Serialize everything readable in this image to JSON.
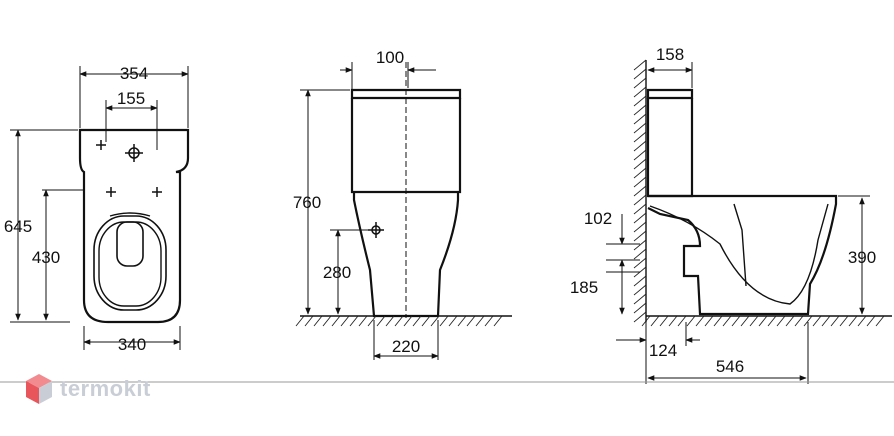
{
  "logo": {
    "text": "termokit",
    "color": "#c9ced6",
    "accent": "#e8555a"
  },
  "dimensions": {
    "front_top_width": "354",
    "front_hole_spacing": "155",
    "front_total_height": "645",
    "front_seat_height": "430",
    "front_base_width": "340",
    "side_tank_depth": "100",
    "side_total_height": "760",
    "side_inlet_height": "280",
    "side_base_width": "220",
    "profile_wall_offset": "158",
    "profile_outlet_gap": "102",
    "profile_outlet_height": "185",
    "profile_seat_height": "390",
    "profile_outlet_distance": "124",
    "profile_total_depth": "546"
  }
}
